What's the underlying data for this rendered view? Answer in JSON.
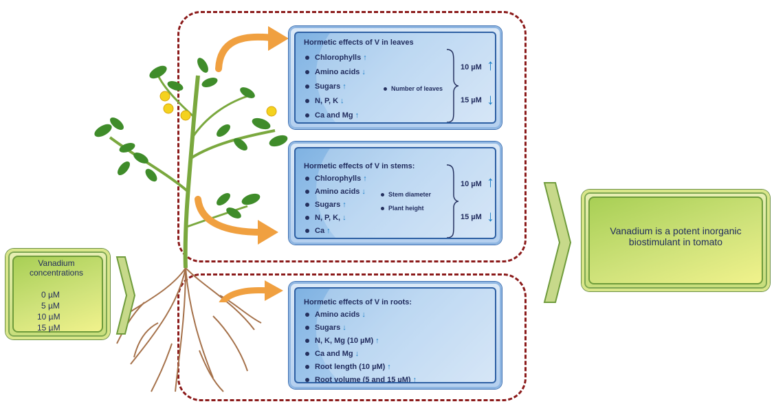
{
  "input": {
    "title": "Vanadium concentrations",
    "levels": [
      "0 µM",
      "5 µM",
      "10 µM",
      "15 µM"
    ]
  },
  "leaves": {
    "title": "Hormetic effects of V in leaves",
    "items": [
      {
        "label": "Chlorophylls",
        "arrow": "↑"
      },
      {
        "label": "Amino acids",
        "arrow": "↓"
      },
      {
        "label": "Sugars",
        "arrow": "↑"
      },
      {
        "label": "N, P, K",
        "arrow": "↓"
      },
      {
        "label": "Ca and Mg",
        "arrow": "↑"
      }
    ],
    "side": [
      "Number of leaves"
    ],
    "conc_high": "10 µM",
    "conc_low": "15 µM",
    "arrow_up": "↑",
    "arrow_down": "↓"
  },
  "stems": {
    "title": "Hormetic effects of V in stems:",
    "items": [
      {
        "label": "Chlorophylls",
        "arrow": "↑"
      },
      {
        "label": "Amino acids",
        "arrow": "↓"
      },
      {
        "label": "Sugars",
        "arrow": "↑"
      },
      {
        "label": "N, P, K,",
        "arrow": "↓"
      },
      {
        "label": "Ca",
        "arrow": "↑"
      }
    ],
    "side": [
      "Stem diameter",
      "Plant height"
    ],
    "conc_high": "10 µM",
    "conc_low": "15 µM",
    "arrow_up": "↑",
    "arrow_down": "↓"
  },
  "roots": {
    "title": "Hormetic effects of V in roots:",
    "items": [
      {
        "label": "Amino acids",
        "arrow": "↓"
      },
      {
        "label": "Sugars",
        "arrow": "↓"
      },
      {
        "label": "N, K, Mg (10 µM)",
        "arrow": "↑"
      },
      {
        "label": "Ca and Mg",
        "arrow": "↓"
      },
      {
        "label": "Root length (10 µM)",
        "arrow": "↑"
      },
      {
        "label": "Root volume (5 and 15 µM)",
        "arrow": "↑"
      }
    ]
  },
  "conclusion": {
    "text": "Vanadium is a potent inorganic biostimulant in tomato"
  },
  "colors": {
    "dashed_border": "#8b1a1a",
    "orange_arrow": "#f0a040",
    "panel_blue": "#a7cbee",
    "box_green": "#c7de7a",
    "up_down_arrow": "#1c7ec6"
  }
}
